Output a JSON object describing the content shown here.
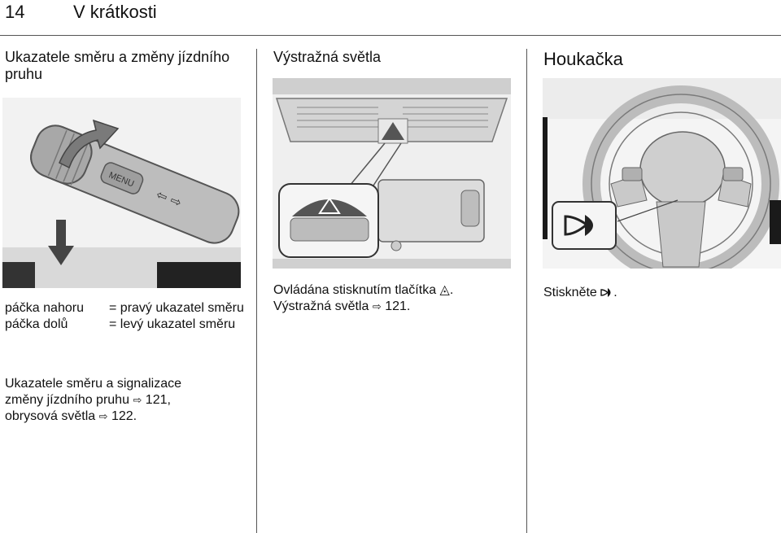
{
  "header": {
    "page_number": "14",
    "section_title": "V krátkosti"
  },
  "col1": {
    "heading": "Ukazatele směru a změny jízdního pruhu",
    "items": [
      {
        "term": "páčka nahoru",
        "definition": "= pravý ukazatel směru"
      },
      {
        "term": "páčka dolů",
        "definition": "= levý ukazatel směru"
      }
    ],
    "para_lines": [
      "Ukazatele směru a signalizace",
      "změny jízdního pruhu",
      "121,",
      "obrysová světla",
      "122."
    ],
    "figure_label": "MENU"
  },
  "col2": {
    "heading": "Výstražná světla",
    "para_lines": [
      "Ovládána stisknutím tlačítka",
      ".",
      "Výstražná světla",
      "121."
    ]
  },
  "col3": {
    "heading": "Houkačka",
    "para_lines": [
      "Stiskněte",
      "."
    ]
  },
  "icons": {
    "ref": "ref-arrow-icon",
    "hazard": "hazard-triangle-icon",
    "horn": "horn-icon"
  }
}
